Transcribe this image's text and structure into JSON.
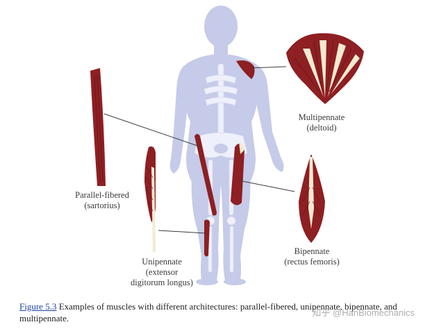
{
  "labels": {
    "parallel": {
      "line1": "Parallel-fibered",
      "line2": "(sartorius)"
    },
    "unipennate": {
      "line1": "Unipennate",
      "line2": "(extensor",
      "line3": "digitorum longus)"
    },
    "multipennate": {
      "line1": "Multipennate",
      "line2": "(deltoid)"
    },
    "bipennate": {
      "line1": "Bipennate",
      "line2": "(rectus femoris)"
    }
  },
  "caption": {
    "figure_ref": "Figure 5.3",
    "text": " Examples of muscles with different architectures: parallel-fibered, unipennate, bipennate, and multipennate."
  },
  "watermark": "知乎 @HanBiomechanics",
  "colors": {
    "body": "#c5cbe8",
    "skeleton": "#eef0fb",
    "muscle": "#8e1f22",
    "muscle_dark": "#6b1418",
    "tendon": "#f3ead2",
    "leader_line": "#3a3a3a",
    "link": "#1f3fa8"
  }
}
